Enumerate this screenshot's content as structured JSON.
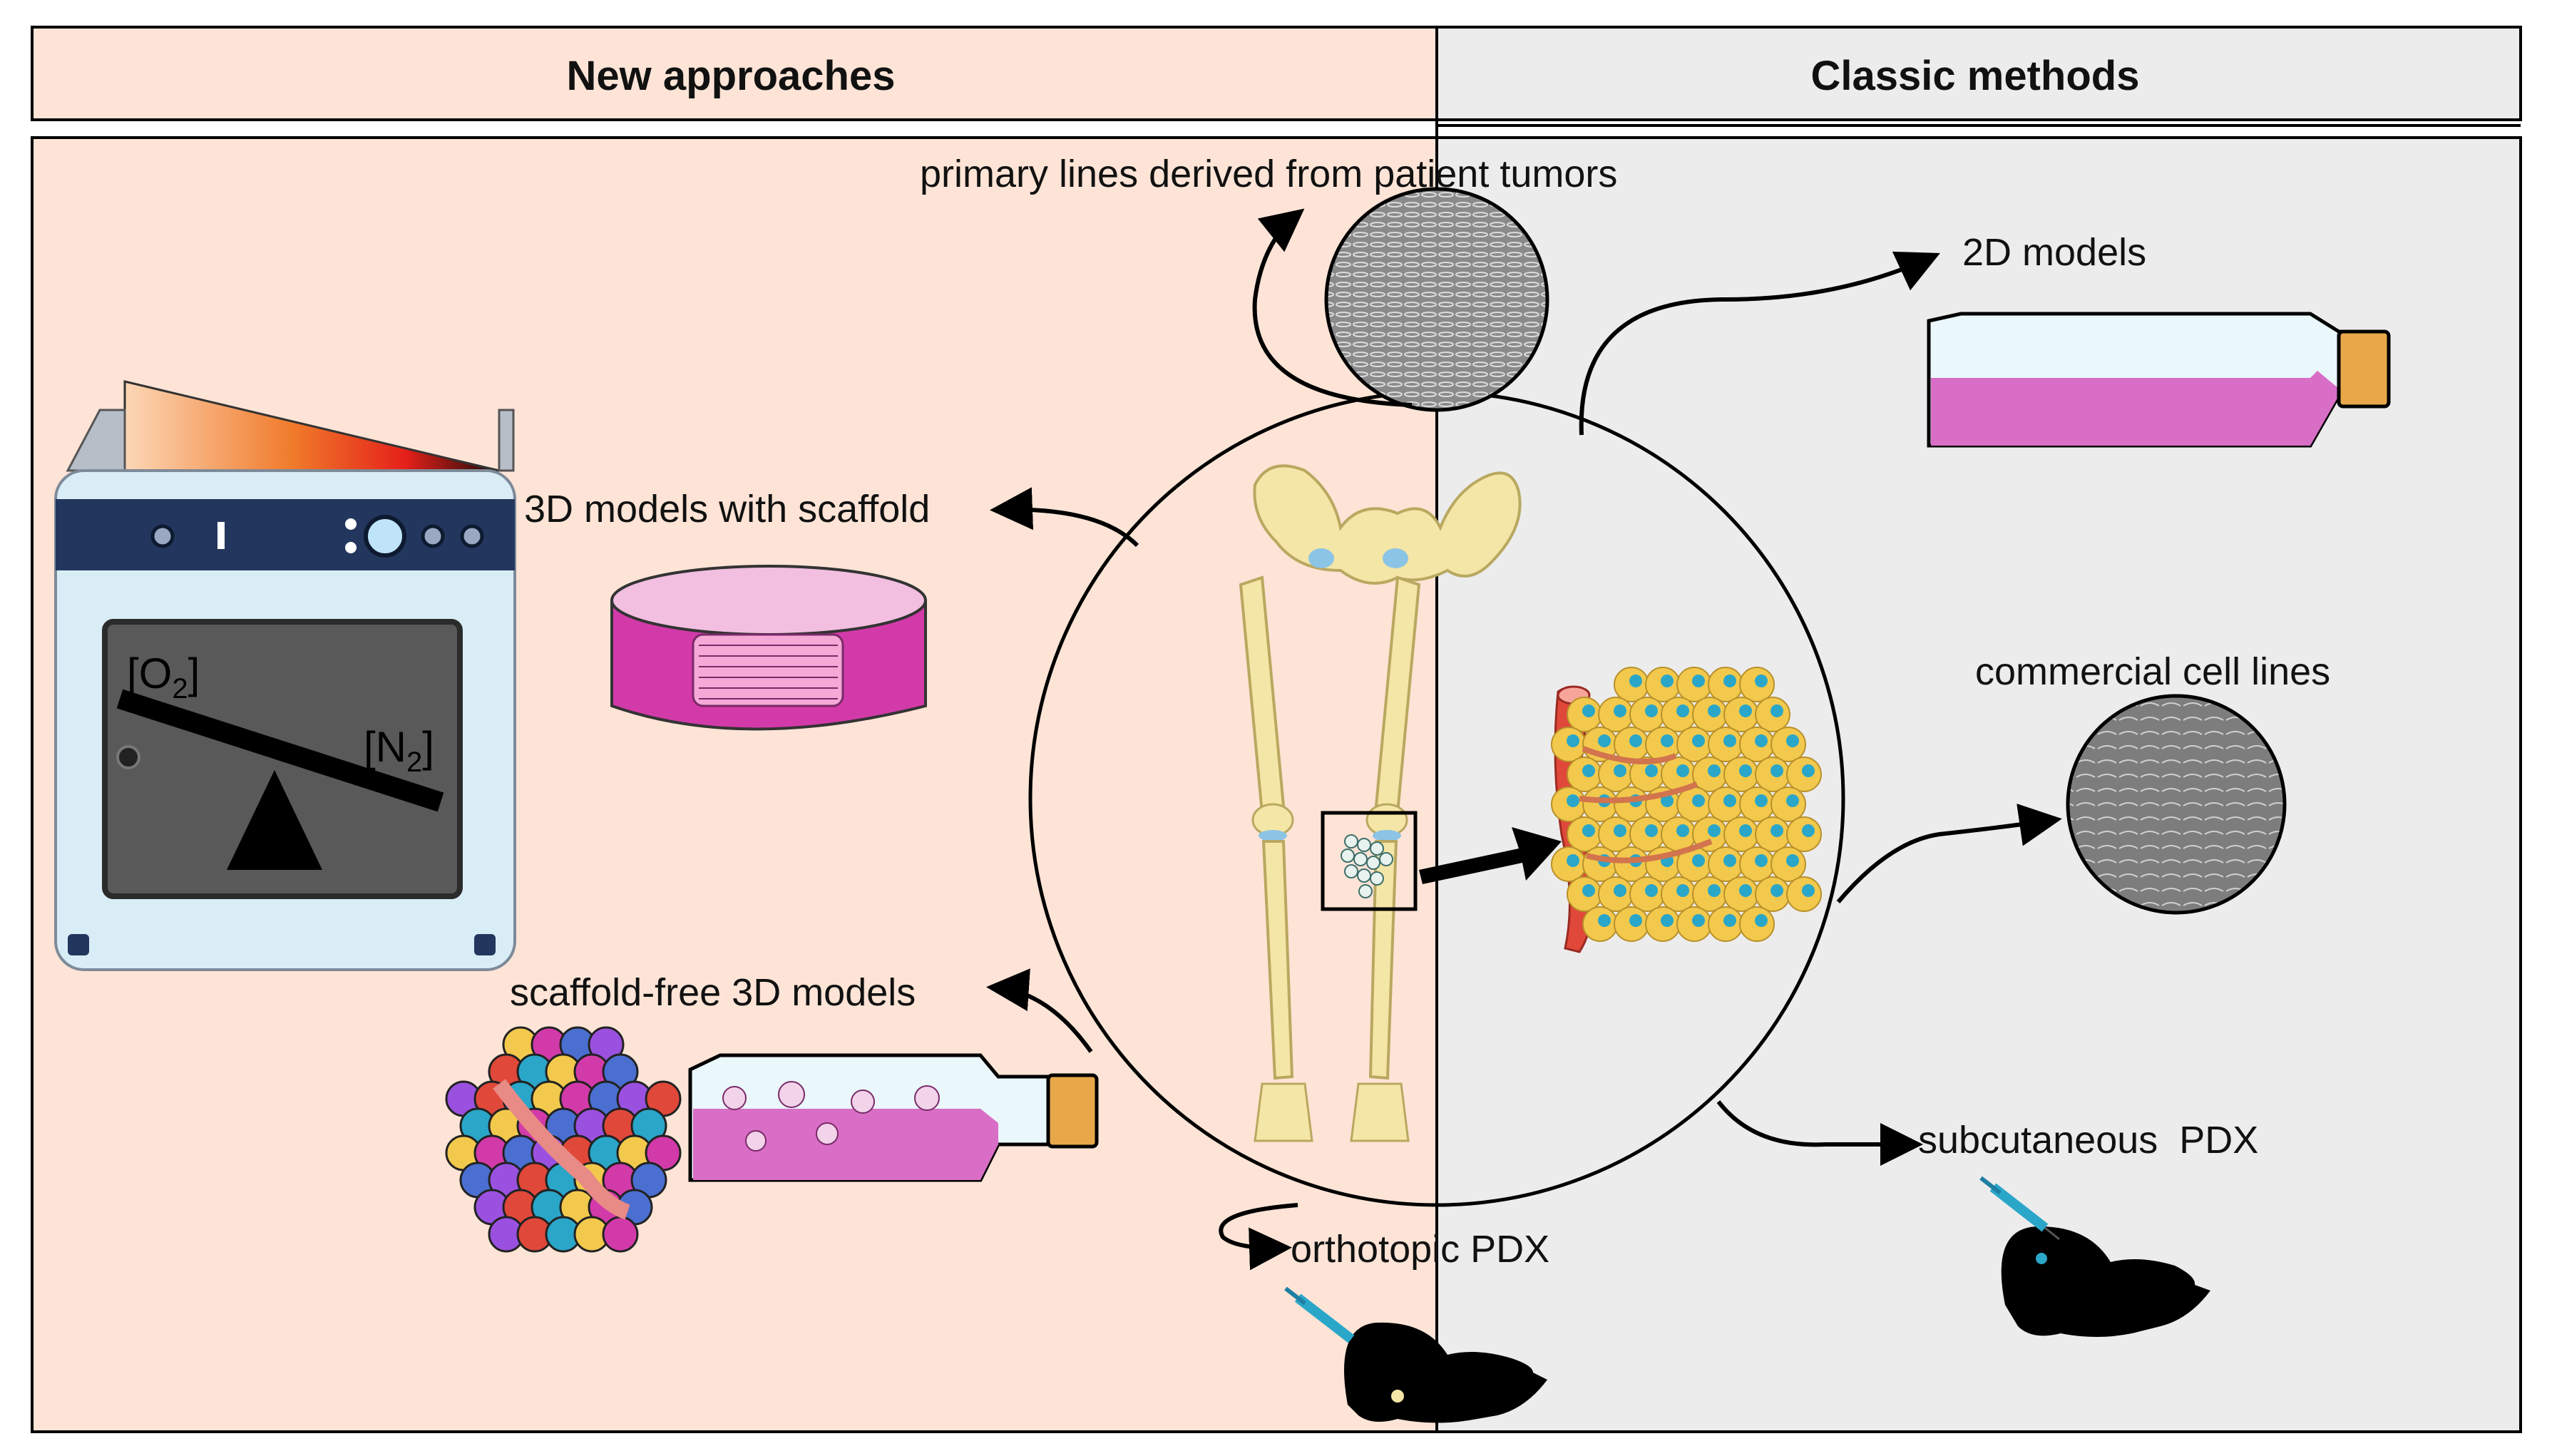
{
  "header": {
    "left_title": "New approaches",
    "right_title": "Classic methods"
  },
  "labels": {
    "primary_lines": "primary lines derived from patient tumors",
    "models_2d": "2D models",
    "models_3d_scaffold": "3D models with scaffold",
    "commercial_lines": "commercial cell lines",
    "scaffold_free": "scaffold-free 3D models",
    "subcutaneous_pdx": "subcutaneous  PDX",
    "orthotopic_pdx": "orthotopic PDX"
  },
  "incubator": {
    "o2_base": "[O",
    "o2_sub": "2",
    "n2_base": "[N",
    "n2_sub": "2",
    "close_bracket": "]"
  },
  "colors": {
    "left_bg": "#fde4d6",
    "right_bg": "#ececec",
    "magenta": "#d33aa9",
    "bone": "#f4e6a6",
    "cell": "#f2c94c",
    "nucleus": "#2aa6c9",
    "vessel": "#e0483a",
    "dark": "#000000"
  }
}
